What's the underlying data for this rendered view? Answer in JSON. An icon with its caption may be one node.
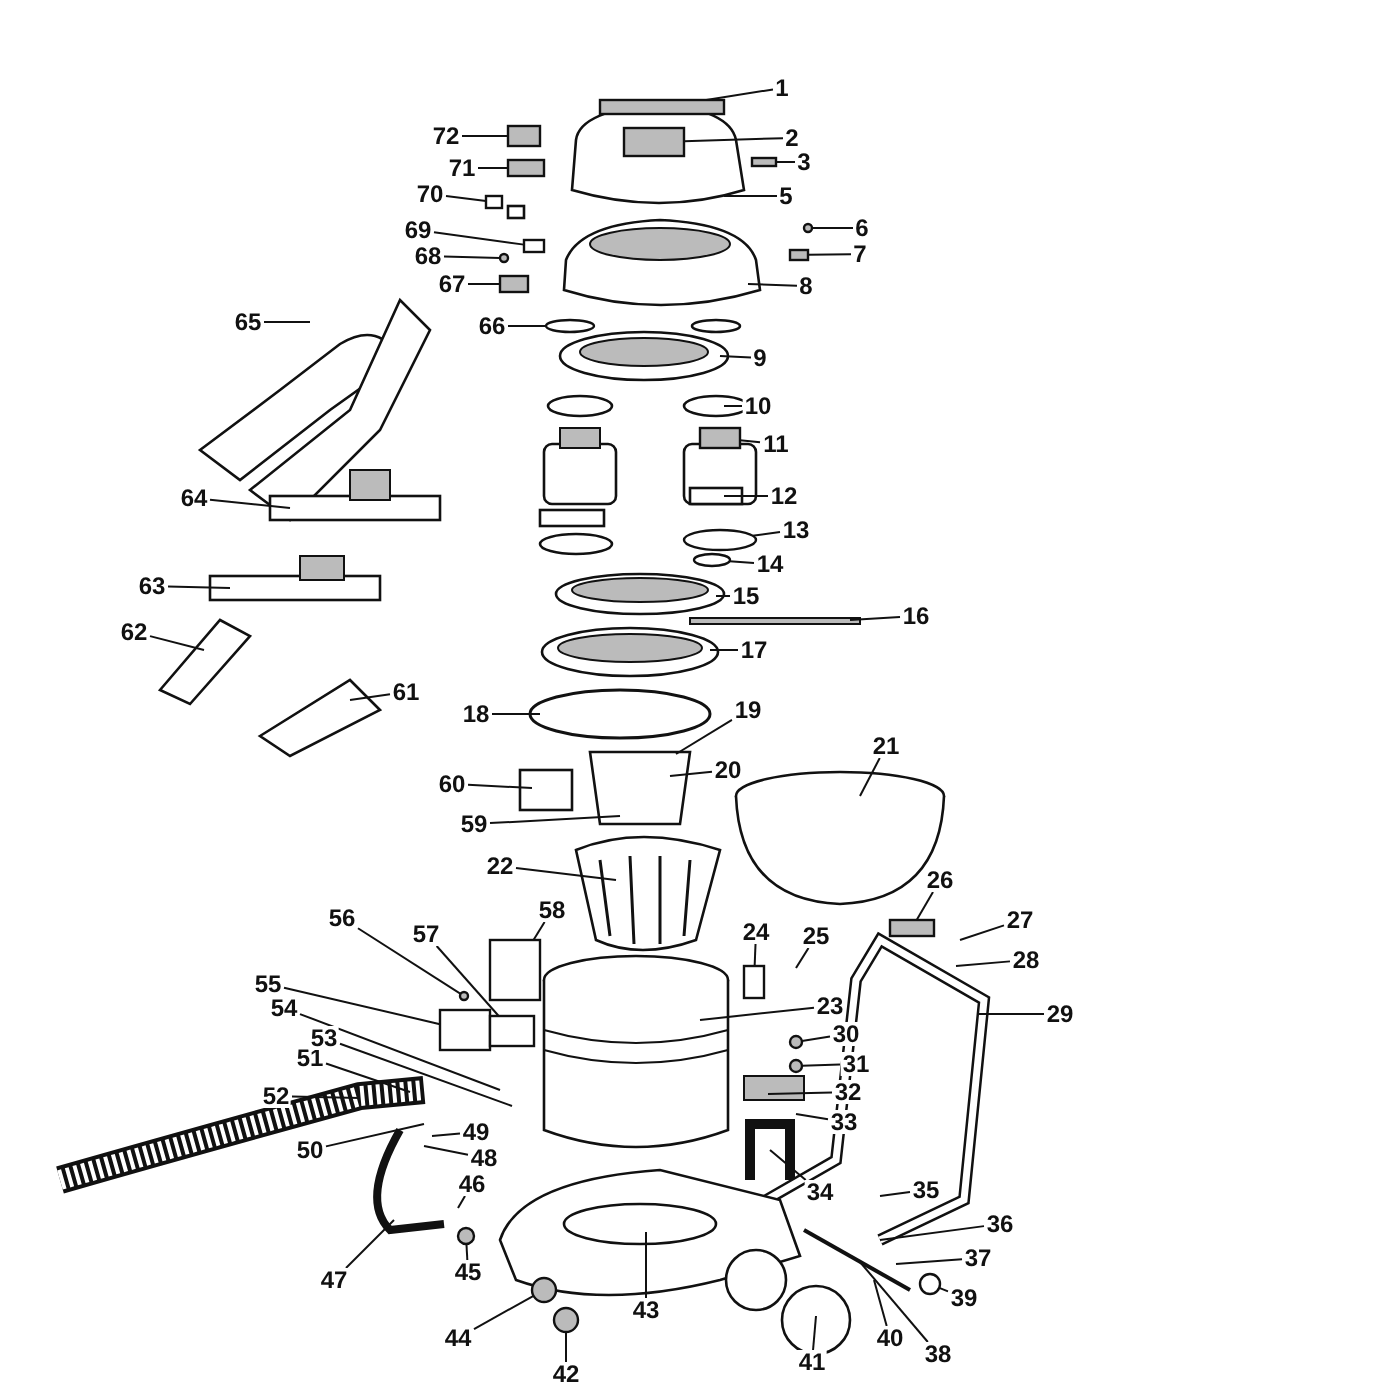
{
  "diagram": {
    "nodes": [
      {
        "text": [
          "1"
        ]
      },
      {
        "text": [
          "2"
        ]
      },
      {
        "text": [
          "3"
        ]
      },
      {
        "text": [
          "5"
        ]
      },
      {
        "text": [
          "6"
        ]
      },
      {
        "text": [
          "7"
        ]
      },
      {
        "text": [
          "8"
        ]
      },
      {
        "text": [
          "9"
        ]
      },
      {
        "text": [
          "10"
        ]
      },
      {
        "text": [
          "11"
        ]
      },
      {
        "text": [
          "12"
        ]
      },
      {
        "text": [
          "13"
        ]
      },
      {
        "text": [
          "14"
        ]
      },
      {
        "text": [
          "15"
        ]
      },
      {
        "text": [
          "16"
        ]
      },
      {
        "text": [
          "17"
        ]
      },
      {
        "text": [
          "18"
        ]
      },
      {
        "text": [
          "19"
        ]
      },
      {
        "text": [
          "20"
        ]
      },
      {
        "text": [
          "21"
        ]
      },
      {
        "text": [
          "22"
        ]
      },
      {
        "text": [
          "23"
        ]
      },
      {
        "text": [
          "24"
        ]
      },
      {
        "text": [
          "25"
        ]
      },
      {
        "text": [
          "26"
        ]
      },
      {
        "text": [
          "27"
        ]
      },
      {
        "text": [
          "28"
        ]
      },
      {
        "text": [
          "29"
        ]
      },
      {
        "text": [
          "30"
        ]
      },
      {
        "text": [
          "31"
        ]
      },
      {
        "text": [
          "32"
        ]
      },
      {
        "text": [
          "33"
        ]
      },
      {
        "text": [
          "34"
        ]
      },
      {
        "text": [
          "35"
        ]
      },
      {
        "text": [
          "36"
        ]
      },
      {
        "text": [
          "37"
        ]
      },
      {
        "text": [
          "38"
        ]
      },
      {
        "text": [
          "39"
        ]
      },
      {
        "text": [
          "40"
        ]
      },
      {
        "text": [
          "41"
        ]
      },
      {
        "text": [
          "42"
        ]
      },
      {
        "text": [
          "43"
        ]
      },
      {
        "text": [
          "44"
        ]
      },
      {
        "text": [
          "45"
        ]
      },
      {
        "text": [
          "46"
        ]
      },
      {
        "text": [
          "47"
        ]
      },
      {
        "text": [
          "48"
        ]
      },
      {
        "text": [
          "49"
        ]
      },
      {
        "text": [
          "50"
        ]
      },
      {
        "text": [
          "51"
        ]
      },
      {
        "text": [
          "52"
        ]
      },
      {
        "text": [
          "53"
        ]
      },
      {
        "text": [
          "54"
        ]
      },
      {
        "text": [
          "55"
        ]
      },
      {
        "text": [
          "56"
        ]
      },
      {
        "text": [
          "57"
        ]
      },
      {
        "text": [
          "58"
        ]
      },
      {
        "text": [
          "59"
        ]
      },
      {
        "text": [
          "60"
        ]
      },
      {
        "text": [
          "61"
        ]
      },
      {
        "text": [
          "62"
        ]
      },
      {
        "text": [
          "63"
        ]
      },
      {
        "text": [
          "64"
        ]
      },
      {
        "text": [
          "65"
        ]
      },
      {
        "text": [
          "66"
        ]
      },
      {
        "text": [
          "67"
        ]
      },
      {
        "text": [
          "68"
        ]
      },
      {
        "text": [
          "69"
        ]
      },
      {
        "text": [
          "70"
        ]
      },
      {
        "text": [
          "71"
        ]
      },
      {
        "text": [
          "72"
        ]
      },
      {
        "text": [],
        "shape": "box"
      },
      {
        "text": [],
        "shape": "box"
      },
      {
        "text": [],
        "shape": "box"
      },
      {
        "text": [],
        "shape": "ring"
      },
      {
        "text": [],
        "shape": "box"
      },
      {
        "text": [],
        "shape": "box"
      },
      {
        "text": [],
        "shape": "circle"
      },
      {
        "text": [],
        "shape": "circle"
      },
      {
        "text": [],
        "shape": "circle"
      },
      {
        "text": [],
        "shape": "circle"
      },
      {
        "text": [],
        "shape": "box"
      },
      {
        "text": [],
        "shape": "box"
      },
      {
        "text": [],
        "shape": "box"
      },
      {
        "text": [],
        "shape": "box"
      },
      {
        "text": [],
        "shape": "box"
      },
      {
        "text": [],
        "shape": "box"
      },
      {
        "text": [],
        "shape": "box"
      },
      {
        "text": [],
        "shape": "box"
      },
      {
        "text": [],
        "shape": "ring"
      },
      {
        "text": [],
        "shape": "box"
      },
      {
        "text": [],
        "shape": "box"
      },
      {
        "text": [],
        "shape": "circle"
      },
      {
        "text": [],
        "shape": "ring"
      },
      {
        "text": [],
        "shape": "circle"
      },
      {
        "text": [],
        "shape": "circle"
      },
      {
        "text": [],
        "shape": "circle"
      },
      {
        "text": [],
        "shape": "circle"
      }
    ],
    "edges": [
      {
        "from": 0,
        "to": 90,
        "arrow": "none"
      },
      {
        "from": 1,
        "to": 91,
        "arrow": "none"
      },
      {
        "from": 2,
        "to": 71,
        "arrow": "none"
      },
      {
        "from": 3,
        "to": null,
        "arrow": "none"
      },
      {
        "from": 4,
        "to": 92,
        "arrow": "none"
      },
      {
        "from": 5,
        "to": 72,
        "arrow": "none"
      },
      {
        "from": 6,
        "to": null,
        "arrow": "none"
      },
      {
        "from": 7,
        "to": null,
        "arrow": "none"
      },
      {
        "from": 8,
        "to": null,
        "arrow": "none"
      },
      {
        "from": 9,
        "to": 73,
        "arrow": "none"
      },
      {
        "from": 10,
        "to": null,
        "arrow": "none"
      },
      {
        "from": 11,
        "to": 93,
        "arrow": "none"
      },
      {
        "from": 12,
        "to": 74,
        "arrow": "none"
      },
      {
        "from": 13,
        "to": null,
        "arrow": "none"
      },
      {
        "from": 14,
        "to": null,
        "arrow": "none"
      },
      {
        "from": 15,
        "to": null,
        "arrow": "none"
      },
      {
        "from": 16,
        "to": null,
        "arrow": "none"
      },
      {
        "from": 17,
        "to": null,
        "arrow": "none"
      },
      {
        "from": 18,
        "to": null,
        "arrow": "none"
      },
      {
        "from": 19,
        "to": null,
        "arrow": "none"
      },
      {
        "from": 20,
        "to": null,
        "arrow": "none"
      },
      {
        "from": 21,
        "to": null,
        "arrow": "none"
      },
      {
        "from": 22,
        "to": 75,
        "arrow": "none"
      },
      {
        "from": 23,
        "to": null,
        "arrow": "none"
      },
      {
        "from": 24,
        "to": 76,
        "arrow": "none"
      },
      {
        "from": 25,
        "to": null,
        "arrow": "none"
      },
      {
        "from": 26,
        "to": null,
        "arrow": "none"
      },
      {
        "from": 27,
        "to": null,
        "arrow": "none"
      },
      {
        "from": 28,
        "to": 95,
        "arrow": "none"
      },
      {
        "from": 29,
        "to": 94,
        "arrow": "none"
      },
      {
        "from": 30,
        "to": null,
        "arrow": "none"
      },
      {
        "from": 31,
        "to": null,
        "arrow": "none"
      },
      {
        "from": 32,
        "to": null,
        "arrow": "none"
      },
      {
        "from": 33,
        "to": null,
        "arrow": "none"
      },
      {
        "from": 34,
        "to": null,
        "arrow": "none"
      },
      {
        "from": 35,
        "to": null,
        "arrow": "none"
      },
      {
        "from": 36,
        "to": null,
        "arrow": "none"
      },
      {
        "from": 37,
        "to": 77,
        "arrow": "none"
      },
      {
        "from": 38,
        "to": null,
        "arrow": "none"
      },
      {
        "from": 39,
        "to": null,
        "arrow": "none"
      },
      {
        "from": 40,
        "to": 78,
        "arrow": "none"
      },
      {
        "from": 41,
        "to": null,
        "arrow": "none"
      },
      {
        "from": 42,
        "to": 79,
        "arrow": "none"
      },
      {
        "from": 43,
        "to": 80,
        "arrow": "none"
      },
      {
        "from": 44,
        "to": null,
        "arrow": "none"
      },
      {
        "from": 45,
        "to": null,
        "arrow": "none"
      },
      {
        "from": 46,
        "to": null,
        "arrow": "none"
      },
      {
        "from": 47,
        "to": null,
        "arrow": "none"
      },
      {
        "from": 48,
        "to": null,
        "arrow": "none"
      },
      {
        "from": 49,
        "to": null,
        "arrow": "none"
      },
      {
        "from": 50,
        "to": null,
        "arrow": "none"
      },
      {
        "from": 51,
        "to": null,
        "arrow": "none"
      },
      {
        "from": 52,
        "to": null,
        "arrow": "none"
      },
      {
        "from": 53,
        "to": 81,
        "arrow": "none"
      },
      {
        "from": 54,
        "to": 96,
        "arrow": "none"
      },
      {
        "from": 55,
        "to": 82,
        "arrow": "none"
      },
      {
        "from": 56,
        "to": 83,
        "arrow": "none"
      },
      {
        "from": 57,
        "to": null,
        "arrow": "none"
      },
      {
        "from": 58,
        "to": null,
        "arrow": "none"
      },
      {
        "from": 59,
        "to": null,
        "arrow": "none"
      },
      {
        "from": 60,
        "to": null,
        "arrow": "none"
      },
      {
        "from": 61,
        "to": null,
        "arrow": "none"
      },
      {
        "from": 62,
        "to": null,
        "arrow": "none"
      },
      {
        "from": 63,
        "to": null,
        "arrow": "none"
      },
      {
        "from": 64,
        "to": 89,
        "arrow": "none"
      },
      {
        "from": 65,
        "to": 84,
        "arrow": "none"
      },
      {
        "from": 66,
        "to": 97,
        "arrow": "none"
      },
      {
        "from": 67,
        "to": 88,
        "arrow": "none"
      },
      {
        "from": 68,
        "to": 85,
        "arrow": "none"
      },
      {
        "from": 69,
        "to": 86,
        "arrow": "none"
      },
      {
        "from": 70,
        "to": 87,
        "arrow": "none"
      }
    ]
  }
}
